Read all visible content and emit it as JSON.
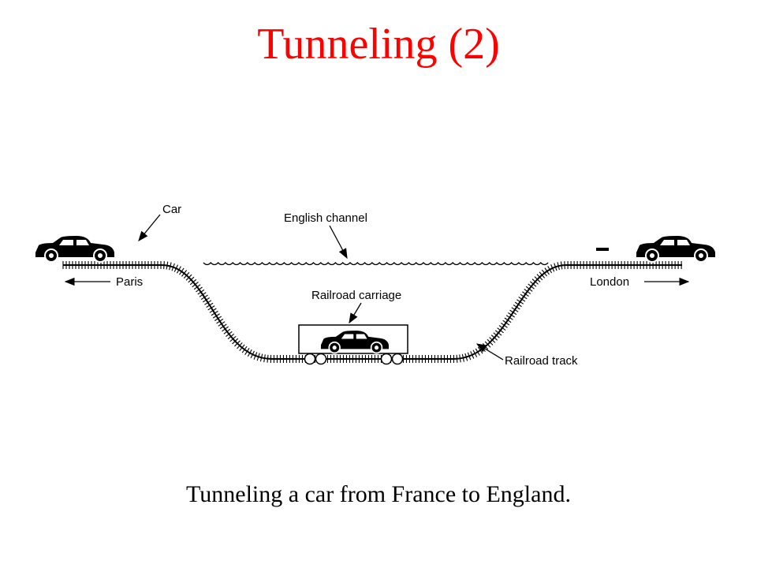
{
  "title": "Tunneling (2)",
  "caption": "Tunneling a car from France to England.",
  "colors": {
    "title": "#ff0000",
    "ink": "#000000",
    "background": "#ffffff"
  },
  "diagram": {
    "labels": {
      "car": "Car",
      "english_channel": "English channel",
      "paris": "Paris",
      "london": "London",
      "railroad_carriage": "Railroad carriage",
      "railroad_track": "Railroad track"
    },
    "icons": [
      "car-icon",
      "railroad-carriage-icon",
      "railroad-track",
      "water-waves",
      "arrow-icon"
    ]
  }
}
